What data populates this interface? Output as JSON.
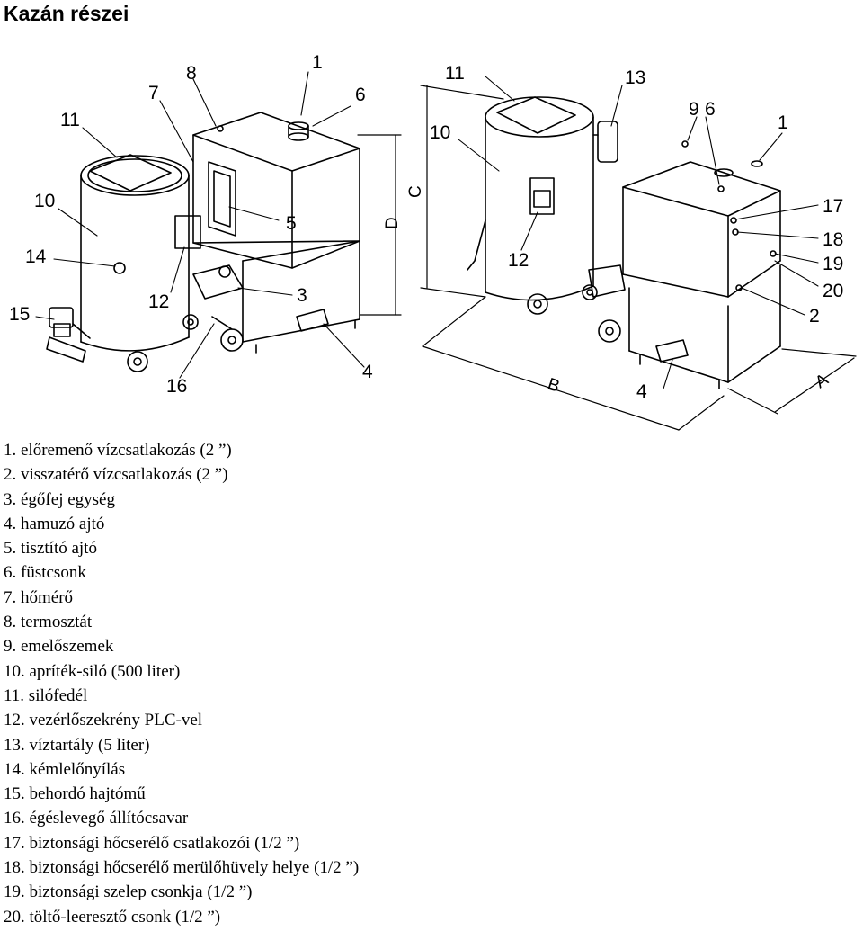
{
  "title": "Kazán részei",
  "callouts": {
    "c1a": "1",
    "c8": "8",
    "c7": "7",
    "c6a": "6",
    "c11a": "11",
    "c10a": "10",
    "c5": "5",
    "c14": "14",
    "c12a": "12",
    "c3": "3",
    "c15": "15",
    "c4a": "4",
    "c16": "16",
    "c11b": "11",
    "c13": "13",
    "c10b": "10",
    "c9": "9",
    "c6b": "6",
    "c1b": "1",
    "c12b": "12",
    "c17": "17",
    "c18": "18",
    "c19": "19",
    "c20": "20",
    "c2": "2",
    "c4b": "4"
  },
  "dimensions": {
    "a": "A",
    "b": "B",
    "c": "C",
    "d": "D"
  },
  "parts": [
    "1. előremenő vízcsatlakozás (2 ”)",
    "2. visszatérő vízcsatlakozás (2 ”)",
    "3. égőfej egység",
    "4. hamuzó ajtó",
    "5. tisztító ajtó",
    "6. füstcsonk",
    "7. hőmérő",
    "8. termosztát",
    "9. emelőszemek",
    "10. apríték-siló (500 liter)",
    "11. silófedél",
    "12. vezérlőszekrény PLC-vel",
    "13. víztartály (5 liter)",
    "14. kémlelőnyílás",
    "15. behordó hajtómű",
    "16. égéslevegő állítócsavar",
    "17. biztonsági hőcserélő csatlakozói (1/2 ”)",
    "18. biztonsági hőcserélő merülőhüvely helye (1/2 ”)",
    "19. biztonsági szelep csonkja (1/2 ”)",
    "20. töltő-leeresztő csonk (1/2 ”)"
  ]
}
